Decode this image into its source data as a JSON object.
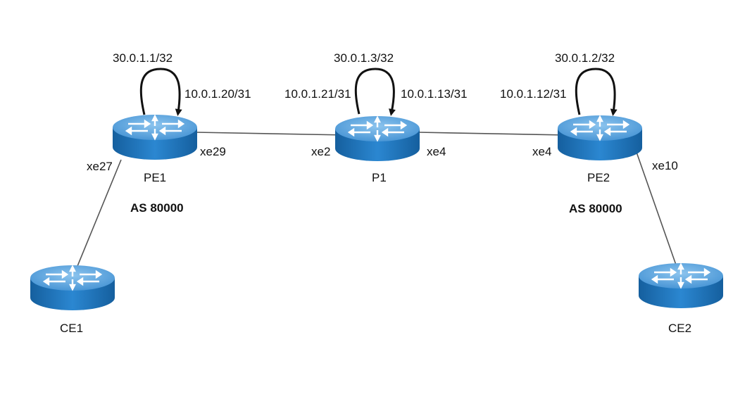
{
  "nodes": {
    "pe1": {
      "name": "PE1",
      "loopback": "30.0.1.1/32"
    },
    "p1": {
      "name": "P1",
      "loopback": "30.0.1.3/32"
    },
    "pe2": {
      "name": "PE2",
      "loopback": "30.0.1.2/32"
    },
    "ce1": {
      "name": "CE1"
    },
    "ce2": {
      "name": "CE2"
    }
  },
  "links": {
    "pe1_p1": {
      "ip_a": "10.0.1.20/31",
      "ip_b": "10.0.1.21/31",
      "if_a": "xe29",
      "if_b": "xe2"
    },
    "p1_pe2": {
      "ip_a": "10.0.1.13/31",
      "ip_b": "10.0.1.12/31",
      "if_a": "xe4",
      "if_b": "xe4"
    },
    "pe1_ce1": {
      "if_a": "xe27"
    },
    "pe2_ce2": {
      "if_a": "xe10"
    }
  },
  "as_labels": {
    "pe1": "AS 80000",
    "pe2": "AS 80000"
  },
  "colors": {
    "router_top": "#5aa0da",
    "router_side": "#1a72bd",
    "line": "#555555",
    "arrow": "#111111"
  }
}
